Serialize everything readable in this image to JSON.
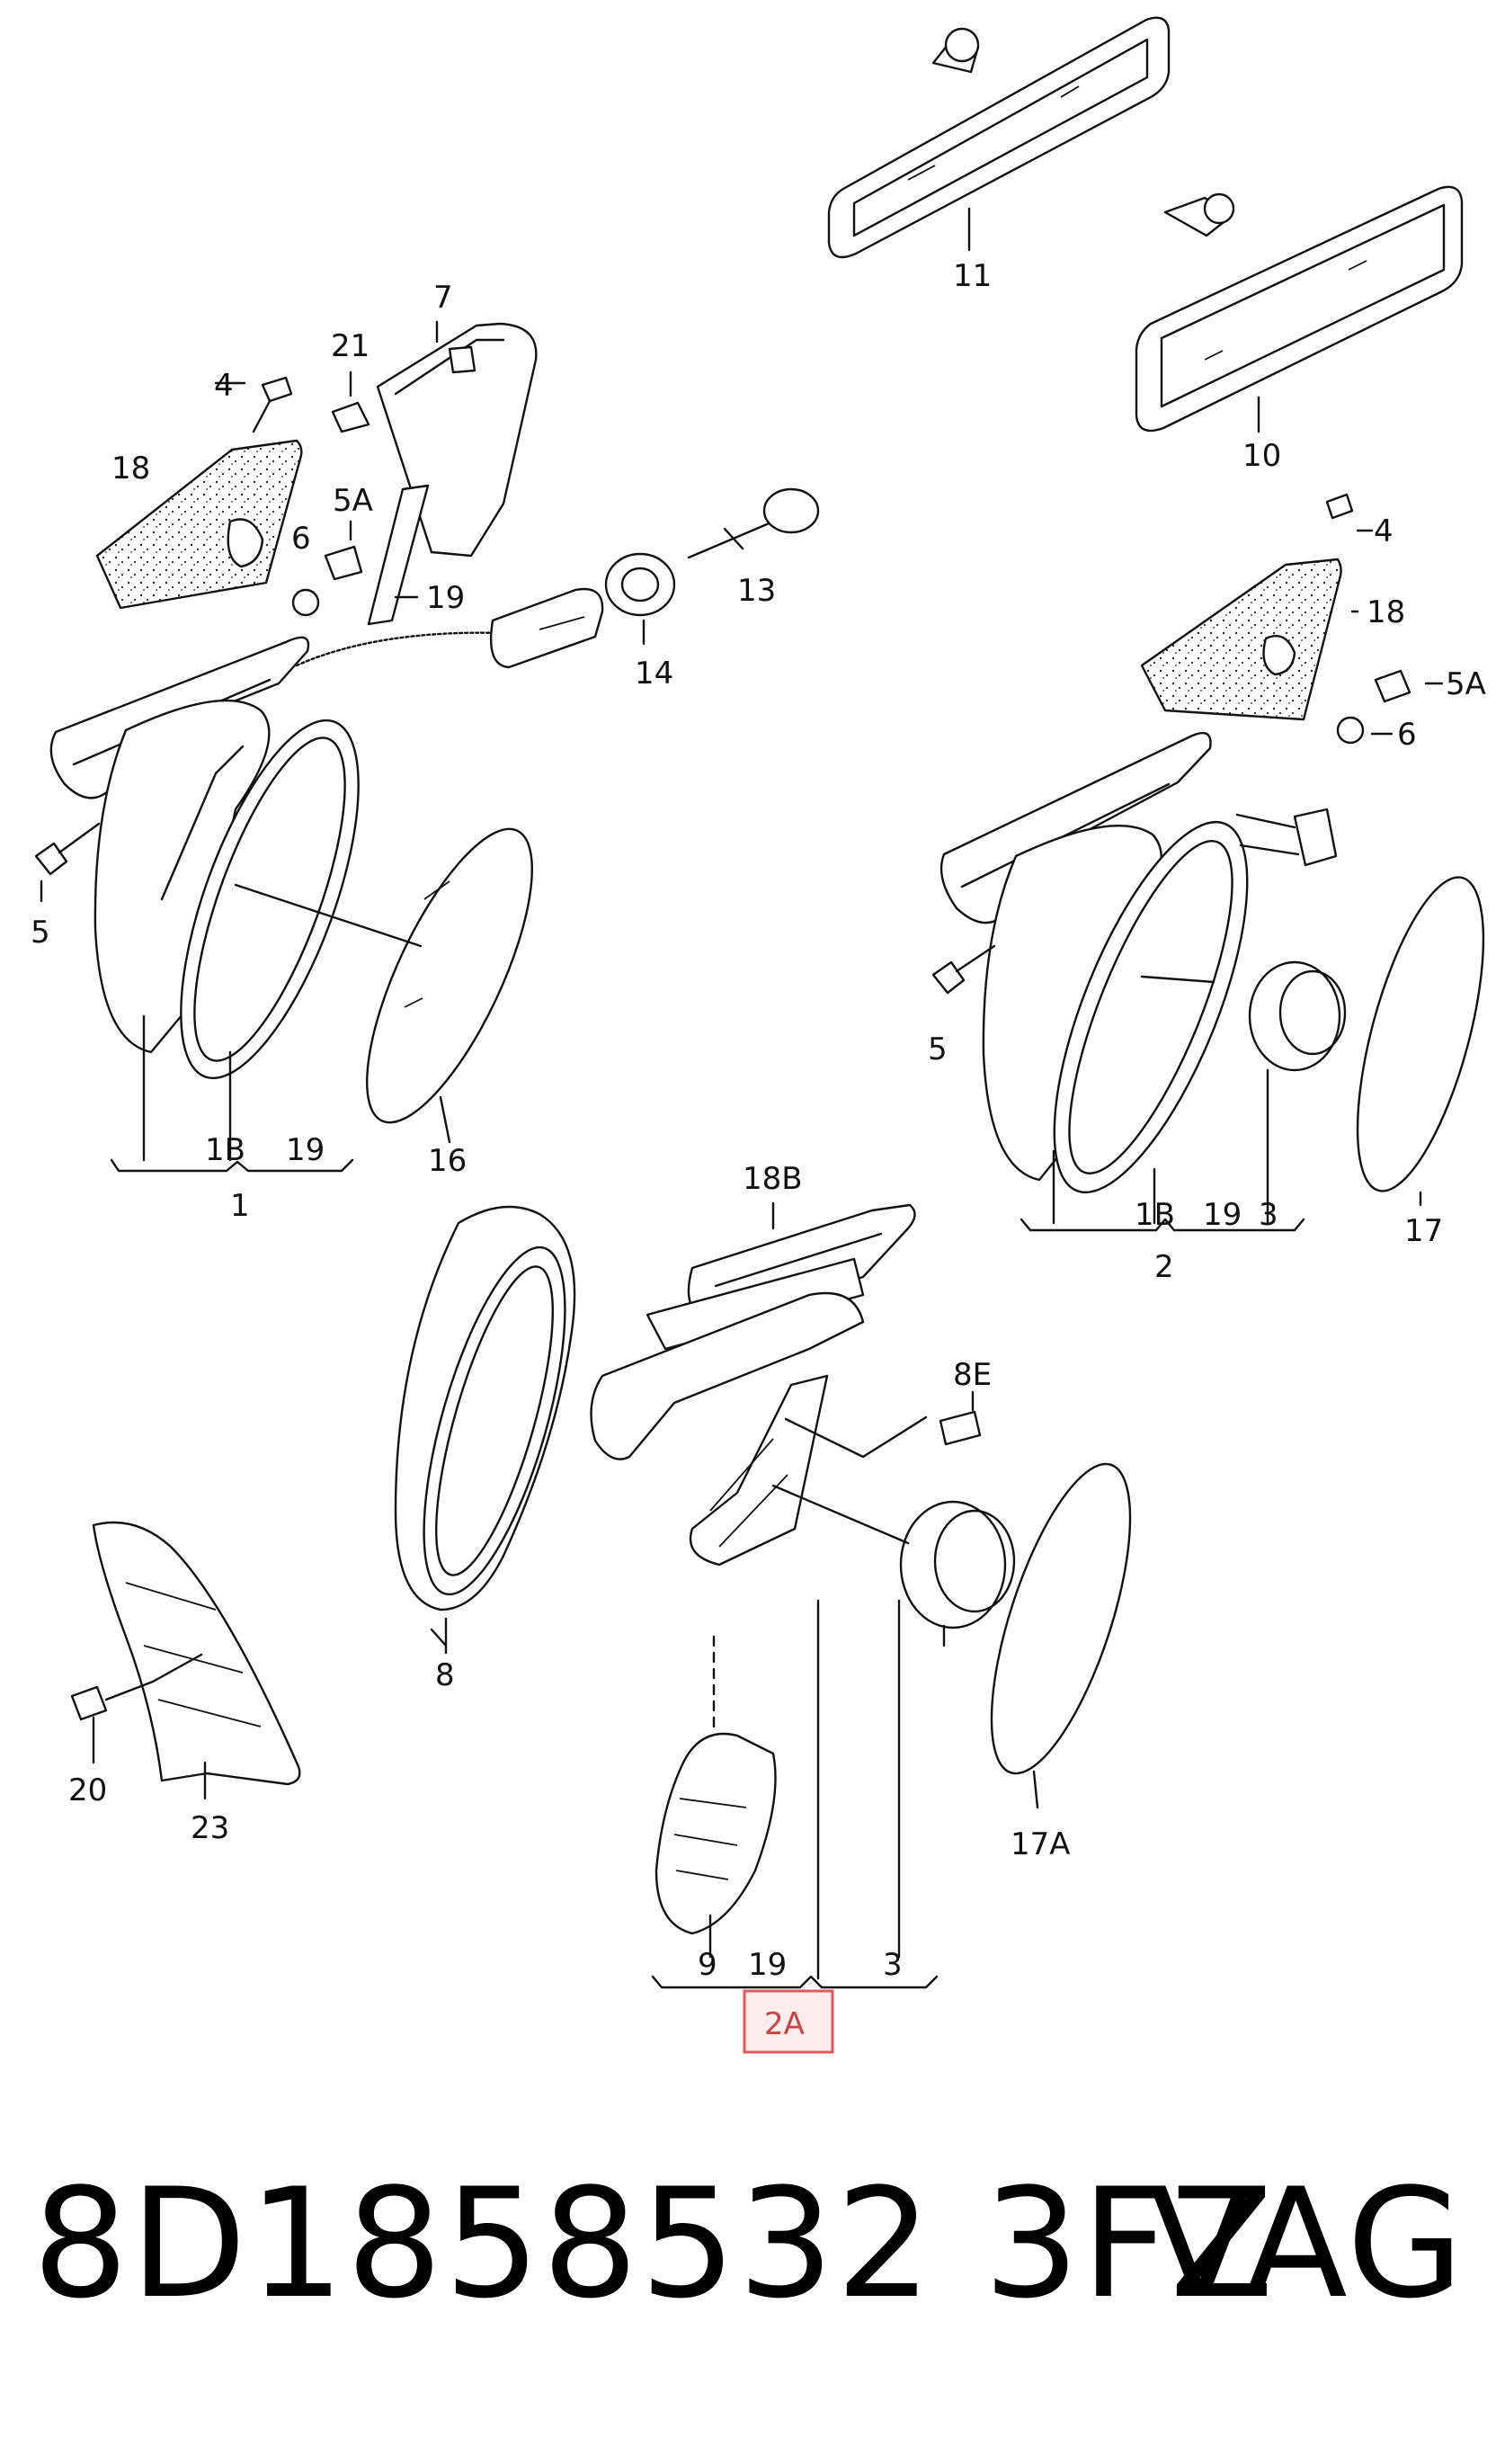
{
  "labels": {
    "l11": "11",
    "l10": "10",
    "l7": "7",
    "l21": "21",
    "l4a": "4",
    "l18a": "18",
    "l5Aa": "5A",
    "l6a": "6",
    "l19a": "19",
    "l13": "13",
    "l14": "14",
    "l5a": "5",
    "l1B_a": "1B",
    "l19b": "19",
    "l1": "1",
    "l16": "16",
    "l4b": "4",
    "l18b": "18",
    "l5Ab": "5A",
    "l6b": "6",
    "l5b": "5",
    "l1B_b": "1B",
    "l19c": "19",
    "l3a": "3",
    "l2": "2",
    "l17": "17",
    "l18B": "18B",
    "l8E": "8E",
    "l8": "8",
    "l20": "20",
    "l23": "23",
    "l17A": "17A",
    "l9": "9",
    "l19d": "19",
    "l3b": "3"
  },
  "highlight": {
    "label": "2A",
    "border_color": "#e05a5a",
    "text_color": "#c94444"
  },
  "footer": {
    "part_number": "8D1858532 3FZ",
    "brand": "VAG"
  }
}
